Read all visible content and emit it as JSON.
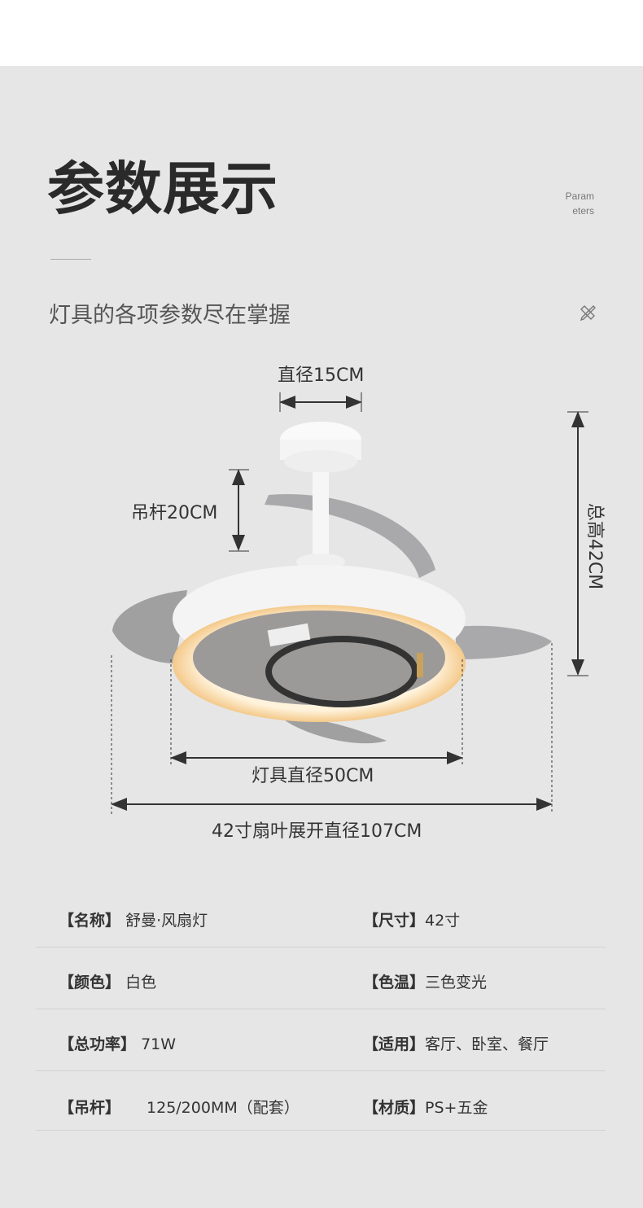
{
  "header": {
    "title": "参数展示",
    "en_line1": "Param",
    "en_line2": "eters",
    "subtitle": "灯具的各项参数尽在掌握"
  },
  "diagram": {
    "top_diameter": "直径15CM",
    "rod": "吊杆20CM",
    "total_height": "总高42CM",
    "lamp_diameter": "灯具直径50CM",
    "blade_diameter": "42寸扇叶展开直径107CM"
  },
  "specs": [
    {
      "label": "【名称】",
      "value": "舒曼·风扇灯"
    },
    {
      "label": "【尺寸】",
      "value": "42寸"
    },
    {
      "label": "【颜色】",
      "value": "白色"
    },
    {
      "label": "【色温】",
      "value": "三色变光"
    },
    {
      "label": "【总功率】",
      "value": "71W"
    },
    {
      "label": "【适用】",
      "value": "客厅、卧室、餐厅"
    },
    {
      "label": "【吊杆】",
      "value": "125/200MM（配套）"
    },
    {
      "label": "【材质】",
      "value": "PS+五金"
    }
  ]
}
